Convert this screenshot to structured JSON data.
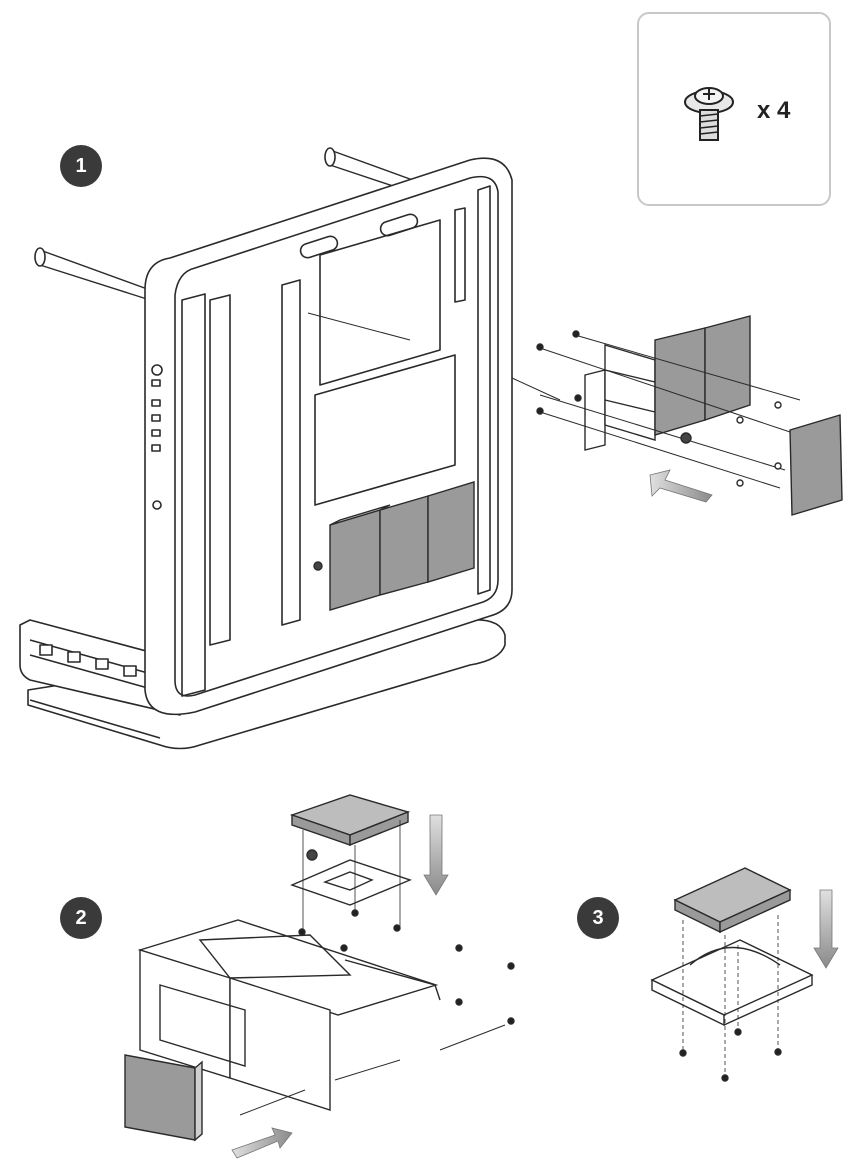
{
  "steps": [
    {
      "number": "1"
    },
    {
      "number": "2"
    },
    {
      "number": "3"
    }
  ],
  "parts_box": {
    "icon": "screw-icon",
    "quantity_label": "x 4"
  },
  "colors": {
    "line": "#2a2a2a",
    "drive_fill": "#9a9a9a",
    "badge": "#3a3a3a",
    "arrow": "#8a8a8a"
  }
}
